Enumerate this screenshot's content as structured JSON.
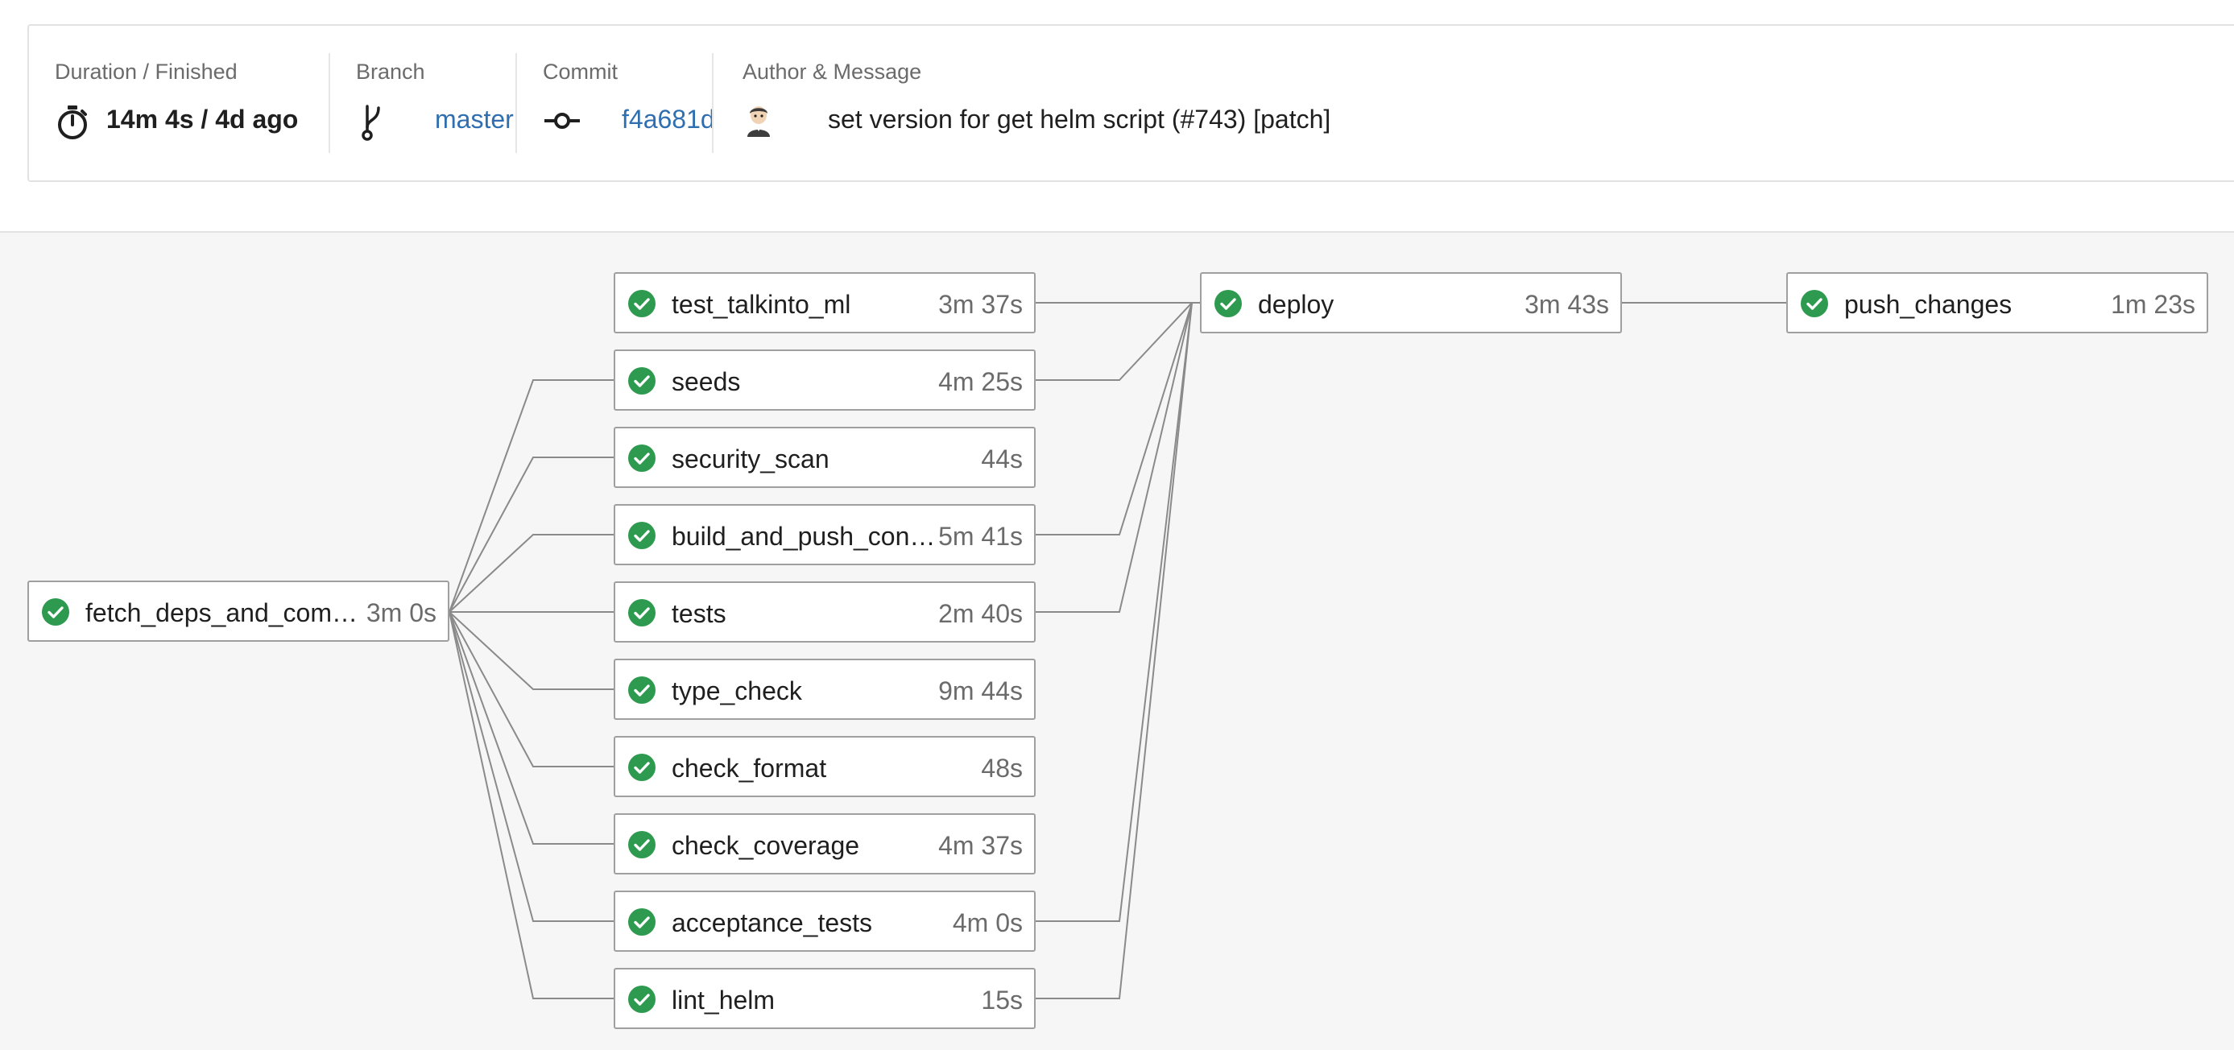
{
  "header": {
    "duration_label": "Duration / Finished",
    "duration_value": "14m 4s / 4d ago",
    "branch_label": "Branch",
    "branch_value": "master",
    "commit_label": "Commit",
    "commit_value": "f4a681d",
    "author_label": "Author & Message",
    "message_value": "set version for get helm script (#743) [patch]"
  },
  "colors": {
    "success": "#2e9a4f",
    "link": "#2f6fb0",
    "edge": "#8a8a8a",
    "graph_bg": "#f6f6f6"
  },
  "jobs": {
    "fetch": {
      "name": "fetch_deps_and_compile",
      "duration": "3m 0s"
    },
    "test_talkinto_ml": {
      "name": "test_talkinto_ml",
      "duration": "3m 37s"
    },
    "seeds": {
      "name": "seeds",
      "duration": "4m 25s"
    },
    "security_scan": {
      "name": "security_scan",
      "duration": "44s"
    },
    "build_and_push": {
      "name": "build_and_push_containers",
      "duration": "5m 41s"
    },
    "tests": {
      "name": "tests",
      "duration": "2m 40s"
    },
    "type_check": {
      "name": "type_check",
      "duration": "9m 44s"
    },
    "check_format": {
      "name": "check_format",
      "duration": "48s"
    },
    "check_coverage": {
      "name": "check_coverage",
      "duration": "4m 37s"
    },
    "acceptance_tests": {
      "name": "acceptance_tests",
      "duration": "4m 0s"
    },
    "lint_helm": {
      "name": "lint_helm",
      "duration": "15s"
    },
    "deploy": {
      "name": "deploy",
      "duration": "3m 43s"
    },
    "push_changes": {
      "name": "push_changes",
      "duration": "1m 23s"
    }
  },
  "status_icon": "check-circle-icon"
}
